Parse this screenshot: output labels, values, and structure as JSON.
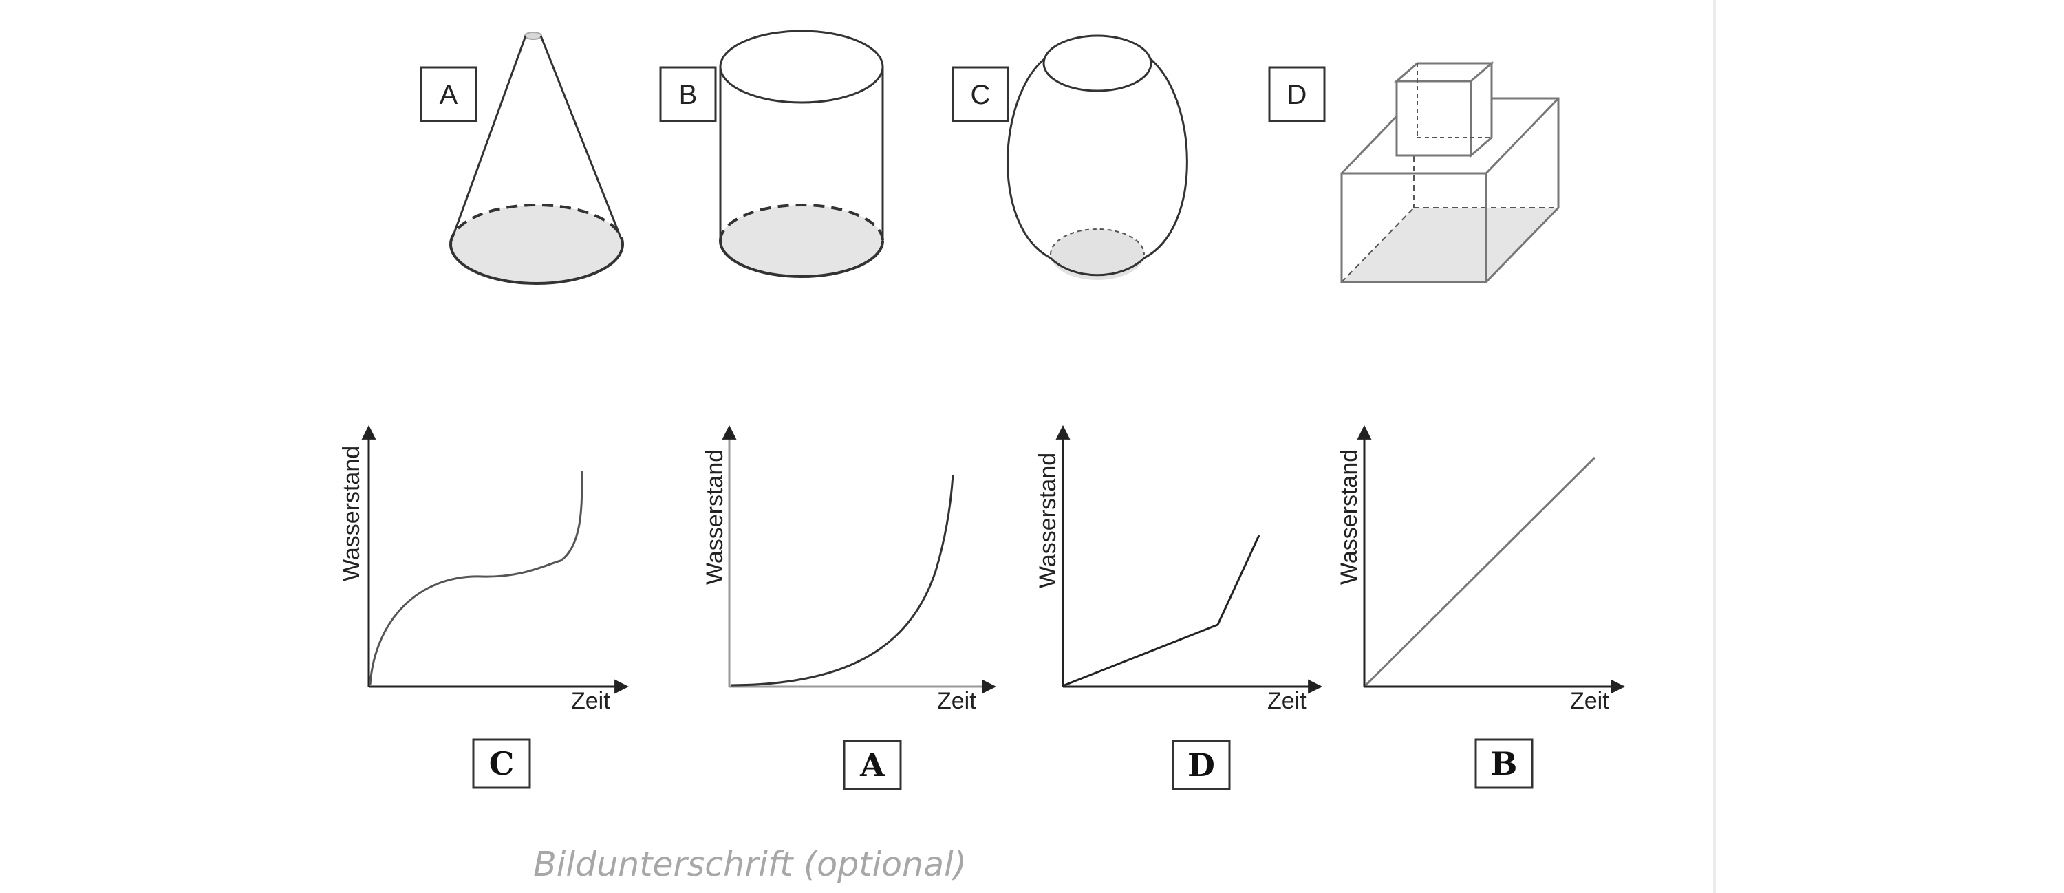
{
  "figure": {
    "caption_placeholder": "Bildunterschrift (optional)",
    "vessels": [
      {
        "label": "A",
        "shape": "cone"
      },
      {
        "label": "B",
        "shape": "cylinder"
      },
      {
        "label": "C",
        "shape": "barrel"
      },
      {
        "label": "D",
        "shape": "stacked-boxes"
      }
    ],
    "graphs": [
      {
        "label": "C",
        "xlabel": "Zeit",
        "ylabel": "Wasserstand",
        "curve": "s-curve"
      },
      {
        "label": "A",
        "xlabel": "Zeit",
        "ylabel": "Wasserstand",
        "curve": "exponential"
      },
      {
        "label": "D",
        "xlabel": "Zeit",
        "ylabel": "Wasserstand",
        "curve": "piecewise-linear"
      },
      {
        "label": "B",
        "xlabel": "Zeit",
        "ylabel": "Wasserstand",
        "curve": "linear"
      }
    ]
  }
}
